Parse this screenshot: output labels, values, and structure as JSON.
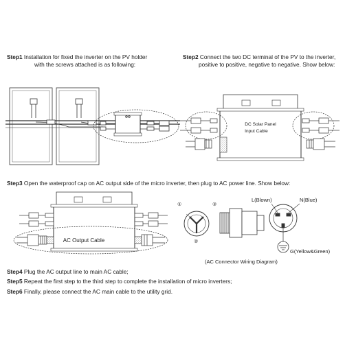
{
  "steps": {
    "step1": {
      "label": "Step1",
      "line1": "Installation for fixed the inverter on the PV holder",
      "line2": "with the screws attached is as following:"
    },
    "step2": {
      "label": "Step2",
      "line1": "Connect the two DC terminal of the PV to the inverter,",
      "line2": "positive to positive, negative to negative. Show below:"
    },
    "step3": {
      "label": "Step3",
      "text": "Open the waterproof cap on AC output side of the micro inverter, then plug to AC power line. Show below:"
    },
    "step4": {
      "label": "Step4",
      "text": "Plug the AC output line to main AC cable;"
    },
    "step5": {
      "label": "Step5",
      "text": "Repeat the first step to the third step to complete the installation of micro inverters;"
    },
    "step6": {
      "label": "Step6",
      "text": "Finally, please connect the AC main cable to the utility grid."
    }
  },
  "labels": {
    "dc_panel_line1": "DC Solar Panel",
    "dc_panel_line2": "Input Cable",
    "ac_output_cable": "AC Output Cable",
    "l_blown": "L(Blown)",
    "n_blue": "N(Blue)",
    "g_yellow_green": "G(Yellow&Green)",
    "wiring_diagram": "(AC Connector Wiring Diagram)",
    "pin1": "①",
    "pin2": "②",
    "pin3": "③"
  },
  "colors": {
    "line": "#333333",
    "text": "#222222",
    "background": "#ffffff"
  }
}
